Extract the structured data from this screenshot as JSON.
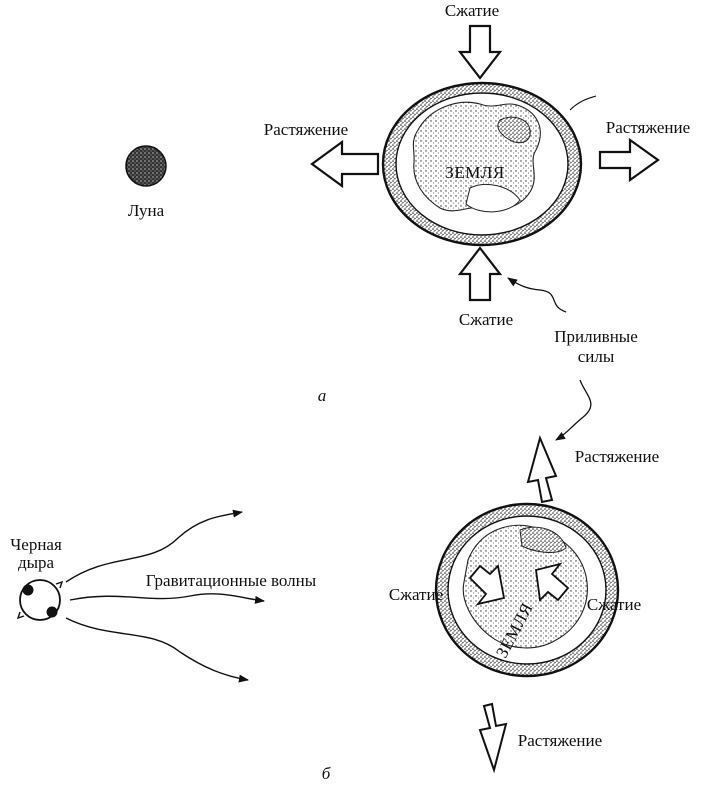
{
  "panel_a": {
    "top_compression": "Сжатие",
    "bottom_compression": "Сжатие",
    "left_stretch": "Растяжение",
    "right_stretch": "Растяжение",
    "earth": "ЗЕМЛЯ",
    "moon": "Луна",
    "tidal_forces_line1": "Приливные",
    "tidal_forces_line2": "силы",
    "panel_letter": "а"
  },
  "panel_b": {
    "black_hole_line1": "Черная",
    "black_hole_line2": "дыра",
    "gravitational_waves": "Гравитационные волны",
    "top_stretch": "Растяжение",
    "bottom_stretch": "Растяжение",
    "left_compression": "Сжатие",
    "right_compression": "Сжатие",
    "earth": "ЗЕМЛЯ",
    "panel_letter": "б"
  },
  "colors": {
    "ink": "#111111",
    "paper": "#ffffff",
    "stipple": "#555555"
  }
}
